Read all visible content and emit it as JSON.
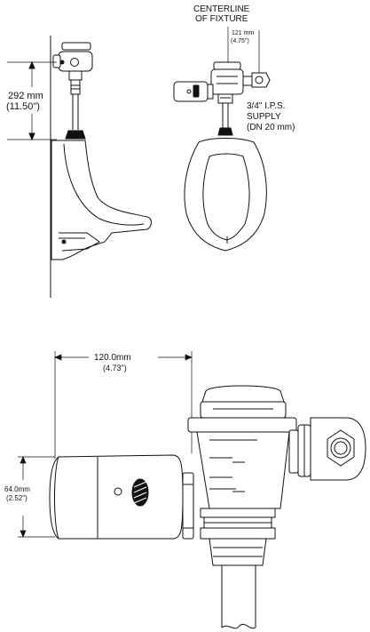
{
  "labels": {
    "centerline_line1": "CENTERLINE",
    "centerline_line2": "OF FIXTURE",
    "offset_mm": "121 mm",
    "offset_in": "(4.75\")",
    "height_mm": "292 mm",
    "height_in": "(11.50\")",
    "supply_line1": "3/4\" I.P.S.",
    "supply_line2": "SUPPLY",
    "supply_line3": "(DN 20 mm)",
    "width_mm": "120.0mm",
    "width_in": "(4.73\")",
    "sensor_height_mm": "64.0mm",
    "sensor_height_in": "(2.52\")"
  },
  "colors": {
    "line": "#111111",
    "fill": "#ffffff",
    "shade": "#e6e6e6"
  }
}
